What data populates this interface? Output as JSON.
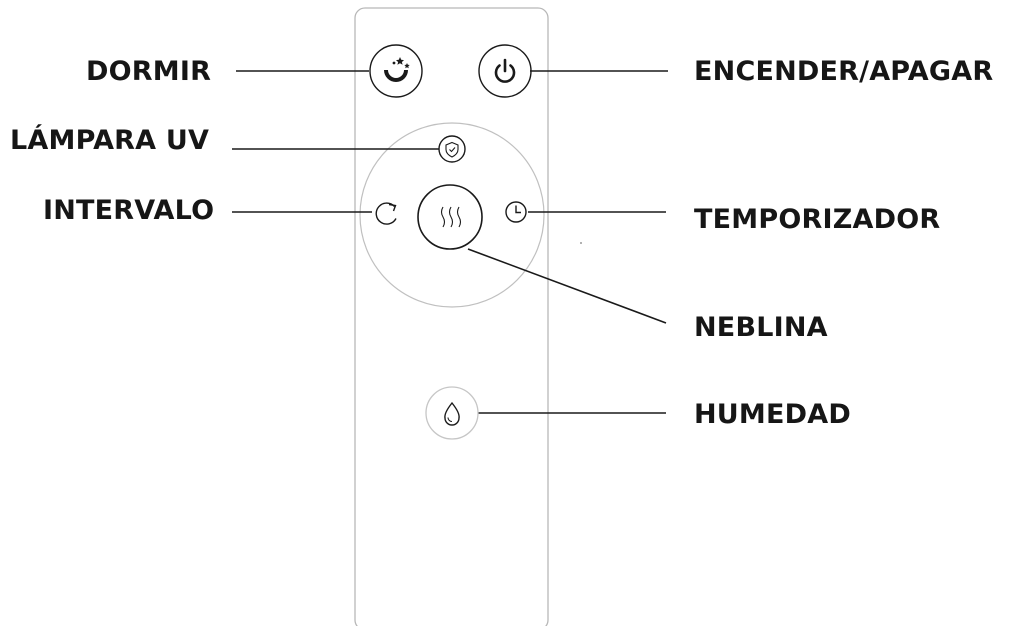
{
  "labels": {
    "dormir": "DORMIR",
    "encender_apagar": "ENCENDER/APAGAR",
    "lampara_uv": "LÁMPARA UV",
    "intervalo": "INTERVALO",
    "temporizador": "TEMPORIZADOR",
    "neblina": "NEBLINA",
    "humedad": "HUMEDAD"
  },
  "icons": {
    "sleep": "moon-stars-icon",
    "power": "power-icon",
    "uv_lamp": "shield-icon",
    "interval": "refresh-icon",
    "mist": "mist-waves-icon",
    "timer": "clock-icon",
    "humidity": "water-drop-icon"
  }
}
